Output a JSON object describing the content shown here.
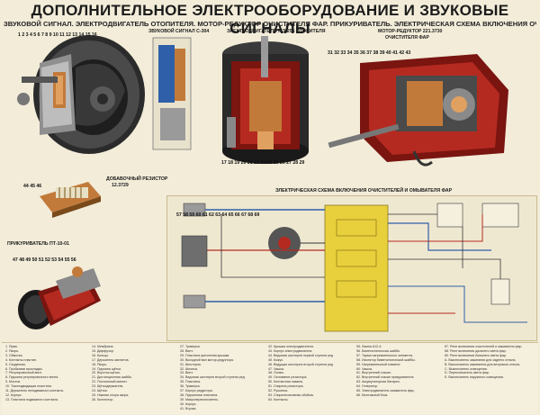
{
  "poster": {
    "title": "ДОПОЛНИТЕЛЬНОЕ ЭЛЕКТРООБОРУДОВАНИЕ И ЗВУКОВЫЕ СИГНАЛЫ",
    "subtitle": "ЗВУКОВОЙ СИГНАЛ. ЭЛЕКТРОДВИГАТЕЛЬ ОТОПИТЕЛЯ. МОТОР-РЕДУКТОР ОЧИСТИТЕЛЯ ФАР. ПРИКУРИВАТЕЛЬ. ЭЛЕКТРИЧЕСКАЯ СХЕМА ВКЛЮЧЕНИЯ ОЧИСТИТЕЛЕЙ И ОМЫВАТЕЛЯ ФАР"
  },
  "captions": {
    "horn": "ЗВУКОВОЙ СИГНАЛ С-304",
    "heater_motor": "ЭЛЕКТРОДВИГАТЕЛЬ МЭ-255 ОТОПИТЕЛЯ",
    "gear_motor_1": "МОТОР-РЕДУКТОР 221.3730",
    "gear_motor_2": "ОЧИСТИТЕЛЯ ФАР",
    "resistor_1": "ДОБАВОЧНЫЙ РЕЗИСТОР",
    "resistor_2": "12.3729",
    "lighter": "ПРИКУРИВАТЕЛЬ ПТ-10-01",
    "scheme": "ЭЛЕКТРИЧЕСКАЯ СХЕМА ВКЛЮЧЕНИЯ ОЧИСТИТЕЛЕЙ И ОМЫВАТЕЛЯ ФАР"
  },
  "callouts": {
    "horn": [
      "1",
      "2",
      "3",
      "4",
      "5",
      "6",
      "7",
      "8",
      "9",
      "10",
      "11",
      "12",
      "13",
      "14",
      "15",
      "16"
    ],
    "heater": [
      "17",
      "18",
      "19",
      "20",
      "21",
      "22",
      "23",
      "24",
      "25",
      "26",
      "27",
      "28",
      "29"
    ],
    "gear": [
      "31",
      "32",
      "33",
      "34",
      "35",
      "36",
      "37",
      "38",
      "39",
      "40",
      "41",
      "42",
      "43"
    ],
    "resistor": [
      "44",
      "45",
      "46"
    ],
    "lighter": [
      "47",
      "48",
      "49",
      "50",
      "51",
      "52",
      "53",
      "54",
      "55",
      "56"
    ],
    "scheme": [
      "57",
      "58",
      "59",
      "60",
      "61",
      "62",
      "63",
      "64",
      "65",
      "66",
      "67",
      "68",
      "69"
    ]
  },
  "legend": [
    [
      "1. Ярмо.",
      "2. Якорь.",
      "3. Обмотка.",
      "4. Контакты пластин.",
      "5. Сердечник.",
      "6. Пробковая прокладка.",
      "7. Регулировочный винт.",
      "8. Пружина регулировочного винта.",
      "9. Мостик.",
      "10. Токоподводящая пластина.",
      "11. Держатель неподвижного контакта.",
      "12. Корпус.",
      "13. Пластина подвижного контакта."
    ],
    [
      "14. Мембрана.",
      "15. Диффузор.",
      "16. Кольцо.",
      "17. Держатель магнитов.",
      "18. Якорь.",
      "19. Пружина щётки.",
      "20. Вороток щётки.",
      "21. Дистанционная шайба.",
      "22. Постоянный магнит.",
      "23. Щёткодержатель.",
      "24. Щётка.",
      "25. Нижняя опора якоря.",
      "26. Коллектор."
    ],
    [
      "27. Траверса.",
      "28. Винт.",
      "29. Пластина крепления крышки.",
      "30. Выходной вал мотор-редуктора.",
      "31. Шестерня.",
      "32. Шпонка.",
      "33. Винт.",
      "34. Ведомая шестерня второй ступени редуктора.",
      "35. Пластина.",
      "36. Траверса.",
      "37. Корпус редуктора.",
      "38. Пружинная пластина.",
      "39. Микропереключатель.",
      "40. Корпус.",
      "41. Втулка."
    ],
    [
      "42. Крышка электродвигателя.",
      "43. Корпус электродвигателя.",
      "44. Ведомая шестерня первой ступени редуктора.",
      "45. Кожух.",
      "46. Ведущая шестерня второй ступени редуктора.",
      "47. Чашка.",
      "48. Полюс.",
      "49. Основание резистора.",
      "50. Контактная ламель.",
      "51. Спираль резистора.",
      "52. Рукоятка.",
      "53. Спиралеосновная обойма.",
      "54. Контакты."
    ],
    [
      "55. Лампа А12-4.",
      "56. Биметаллическая шайба.",
      "57. Тарма нагревательного элемента.",
      "58. Изолятор биметаллической шайбы.",
      "59. Нагревательный элемент.",
      "60. Чашка.",
      "61. Внутренний стакан.",
      "62. Внутренний стакан прикуривателя.",
      "63. Аккумуляторная батарея.",
      "64. Генератор.",
      "65. Электродвигатель омывателя фар.",
      "66. Монтажный блок."
    ],
    [
      "67. Реле включения очистителей и омывателя фар.",
      "68. Реле включения дальнего света фар.",
      "69. Реле включения ближнего света фар.",
      "A. Выключатель зажигания для заднего стекла.",
      "B. Выключатель омывателя для ветрового стекла.",
      "C. Выключатель освещения.",
      "D. Переключатель света фар.",
      "E. Выключатель наружного освещения."
    ]
  ],
  "colors": {
    "background": "#f2ecd9",
    "red_housing": "#b52a20",
    "red_dark": "#7a1510",
    "blue_wire": "#2f5fa8",
    "yellow_block": "#e8cf3c",
    "copper": "#c27a3a",
    "steel": "#6e6e6e"
  }
}
